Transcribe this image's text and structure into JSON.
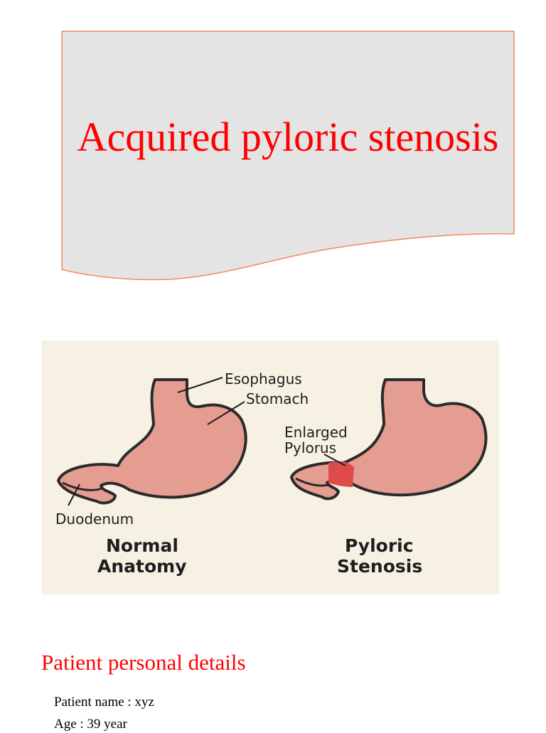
{
  "slide": {
    "title": "Acquired pyloric stenosis",
    "banner_colors": {
      "fill": "#e4e4e4",
      "border": "#f28a5a"
    }
  },
  "figure": {
    "labels": {
      "esophagus": "Esophagus",
      "stomach": "Stomach",
      "duodenum": "Duodenum",
      "enlarged_pylorus_line1": "Enlarged",
      "enlarged_pylorus_line2": "Pylorus"
    },
    "captions": {
      "normal_line1": "Normal",
      "normal_line2": "Anatomy",
      "stenosis_line1": "Pyloric",
      "stenosis_line2": "Stenosis"
    },
    "colors": {
      "background": "#f6f1e2",
      "stomach_fill": "#e59d91",
      "stomach_outline": "#2b2b2b",
      "pylorus_highlight": "#de4b4b"
    }
  },
  "section": {
    "heading": "Patient personal details",
    "details": [
      "Patient name : xyz",
      "Age : 39 year"
    ]
  }
}
